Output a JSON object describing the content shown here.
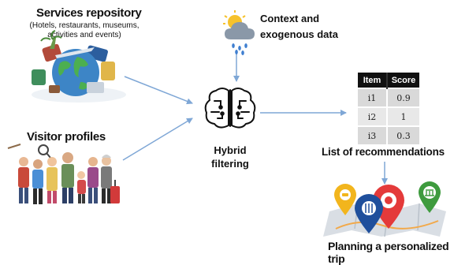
{
  "services": {
    "title": "Services repository",
    "subtitle": "(Hotels, restaurants, museums, activities and events)"
  },
  "context": {
    "title_line1": "Context and",
    "title_line2": "exogenous data"
  },
  "visitors": {
    "title": "Visitor profiles"
  },
  "hybrid": {
    "title_line1": "Hybrid",
    "title_line2": "filtering"
  },
  "recommendations": {
    "title": "List of recommendations",
    "headers": [
      "Item",
      "Score"
    ],
    "rows": [
      {
        "item": "i1",
        "score": "0.9"
      },
      {
        "item": "i2",
        "score": "1"
      },
      {
        "item": "i3",
        "score": "0.3"
      }
    ]
  },
  "trip": {
    "title": "Planning a personalized trip"
  },
  "colors": {
    "arrow": "#7fa7d6",
    "table_header": "#111111",
    "pin_yellow": "#f2b51d",
    "pin_red": "#e43a3a",
    "pin_blue": "#1f4f9c",
    "pin_green": "#3e9b3e"
  },
  "icons": [
    "globe-icon",
    "weather-cloud-icon",
    "brain-icon",
    "people-group-icon",
    "map-pins-icon"
  ]
}
